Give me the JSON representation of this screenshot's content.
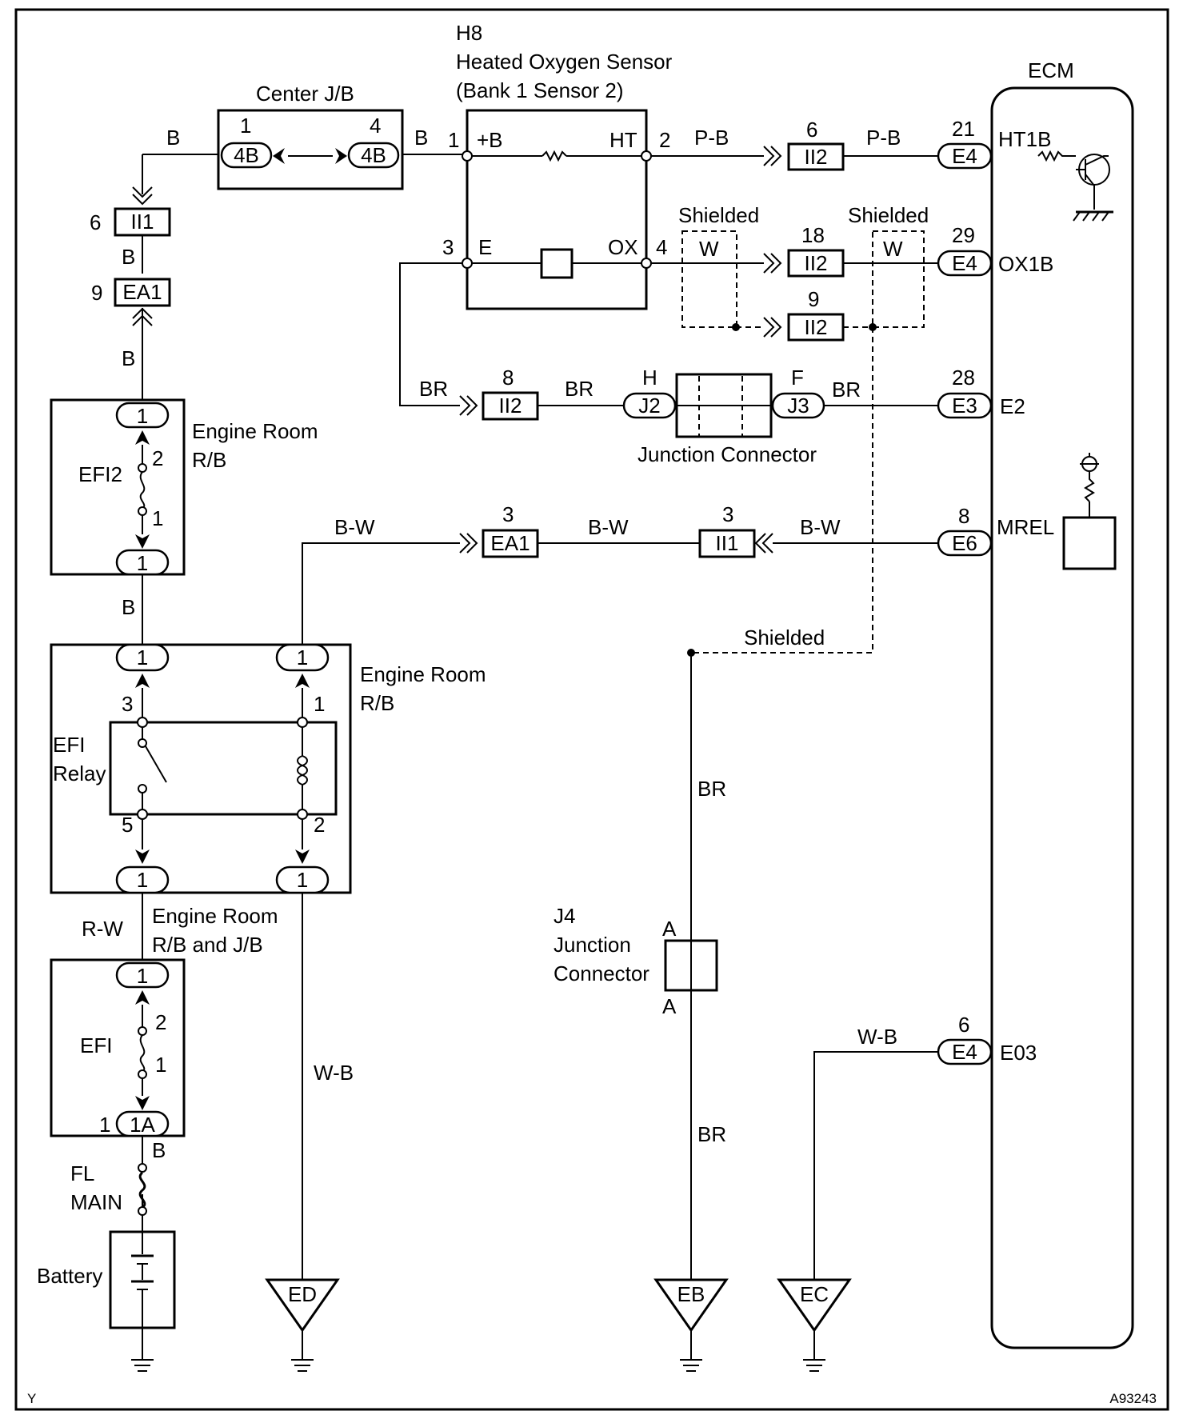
{
  "figure_code": "A93243",
  "corner_letter": "Y",
  "sensor": {
    "code": "H8",
    "name": "Heated Oxygen Sensor",
    "position": "(Bank 1 Sensor 2)",
    "pins": {
      "p1": "1",
      "p2": "2",
      "p3": "3",
      "p4": "4"
    },
    "terminals": {
      "plus_b": "+B",
      "ht": "HT",
      "e": "E",
      "ox": "OX"
    }
  },
  "ecm": {
    "title": "ECM",
    "terminals": {
      "ht1b": "HT1B",
      "ox1b": "OX1B",
      "e2": "E2",
      "mrel": "MREL",
      "e03": "E03"
    }
  },
  "components": {
    "center_jb": "Center J/B",
    "engine_room_rb_line1": "Engine Room",
    "engine_room_rb_line2": "R/B",
    "engine_room_rb_jb_line1": "Engine Room",
    "engine_room_rb_jb_line2": "R/B and J/B",
    "efi2": "EFI2",
    "efi_relay_line1": "EFI",
    "efi_relay_line2": "Relay",
    "efi": "EFI",
    "fl_main_line1": "FL",
    "fl_main_line2": "MAIN",
    "battery": "Battery",
    "junction_connector": "Junction Connector",
    "j4_code": "J4",
    "j4_line1": "Junction",
    "j4_line2": "Connector"
  },
  "shield_labels": {
    "s1": "Shielded",
    "s2": "Shielded",
    "s3": "Shielded"
  },
  "connectors": {
    "c4b_left": "4B",
    "c4b_right": "4B",
    "ii1_top": "II1",
    "ea1_left": "EA1",
    "ii2_ht": "II2",
    "ii2_ox": "II2",
    "ii2_sh": "II2",
    "ii2_br": "II2",
    "e4_ht": "E4",
    "e4_ox": "E4",
    "e3": "E3",
    "e6": "E6",
    "e4_e03": "E4",
    "ea1_bw": "EA1",
    "ii1_bw": "II1",
    "j2": "J2",
    "j3": "J3",
    "j2_pin": "H",
    "j3_pin": "F",
    "j4_top": "A",
    "j4_bottom": "A",
    "rb_efi2_top": "1",
    "rb_efi2_bottom": "1",
    "relay_top_left": "1",
    "relay_top_right": "1",
    "relay_bottom_left": "1",
    "relay_bottom_right": "1",
    "efi_top": "1",
    "efi_bottom": "1A",
    "efi_bottom_pin": "1"
  },
  "pin_numbers": {
    "jb_left": "1",
    "jb_right": "4",
    "ii1_top": "6",
    "ea1_left": "9",
    "ii2_ht": "6",
    "ii2_ox": "18",
    "ii2_sh": "9",
    "ii2_br": "8",
    "e4_ht": "21",
    "e4_ox": "29",
    "e3": "28",
    "e6": "8",
    "e4_e03": "6",
    "ea1_bw": "3",
    "ii1_bw": "3",
    "efi2_top": "2",
    "efi2_bottom": "1",
    "relay_3": "3",
    "relay_1": "1",
    "relay_5": "5",
    "relay_2": "2",
    "efi_top": "2",
    "efi_bottom": "1"
  },
  "wire_colors": {
    "b_top_left": "B",
    "b_jb_right": "B",
    "b_ii1_ea1": "B",
    "b_ea1_rb": "B",
    "b_rb_relay": "B",
    "b_fl": "B",
    "pb_1": "P-B",
    "pb_2": "P-B",
    "w_1": "W",
    "w_2": "W",
    "br_1": "BR",
    "br_2": "BR",
    "br_3": "BR",
    "br_4": "BR",
    "br_5": "BR",
    "bw_1": "B-W",
    "bw_2": "B-W",
    "bw_3": "B-W",
    "rw": "R-W",
    "wb_1": "W-B",
    "wb_2": "W-B"
  },
  "grounds": {
    "ed": "ED",
    "eb": "EB",
    "ec": "EC"
  }
}
